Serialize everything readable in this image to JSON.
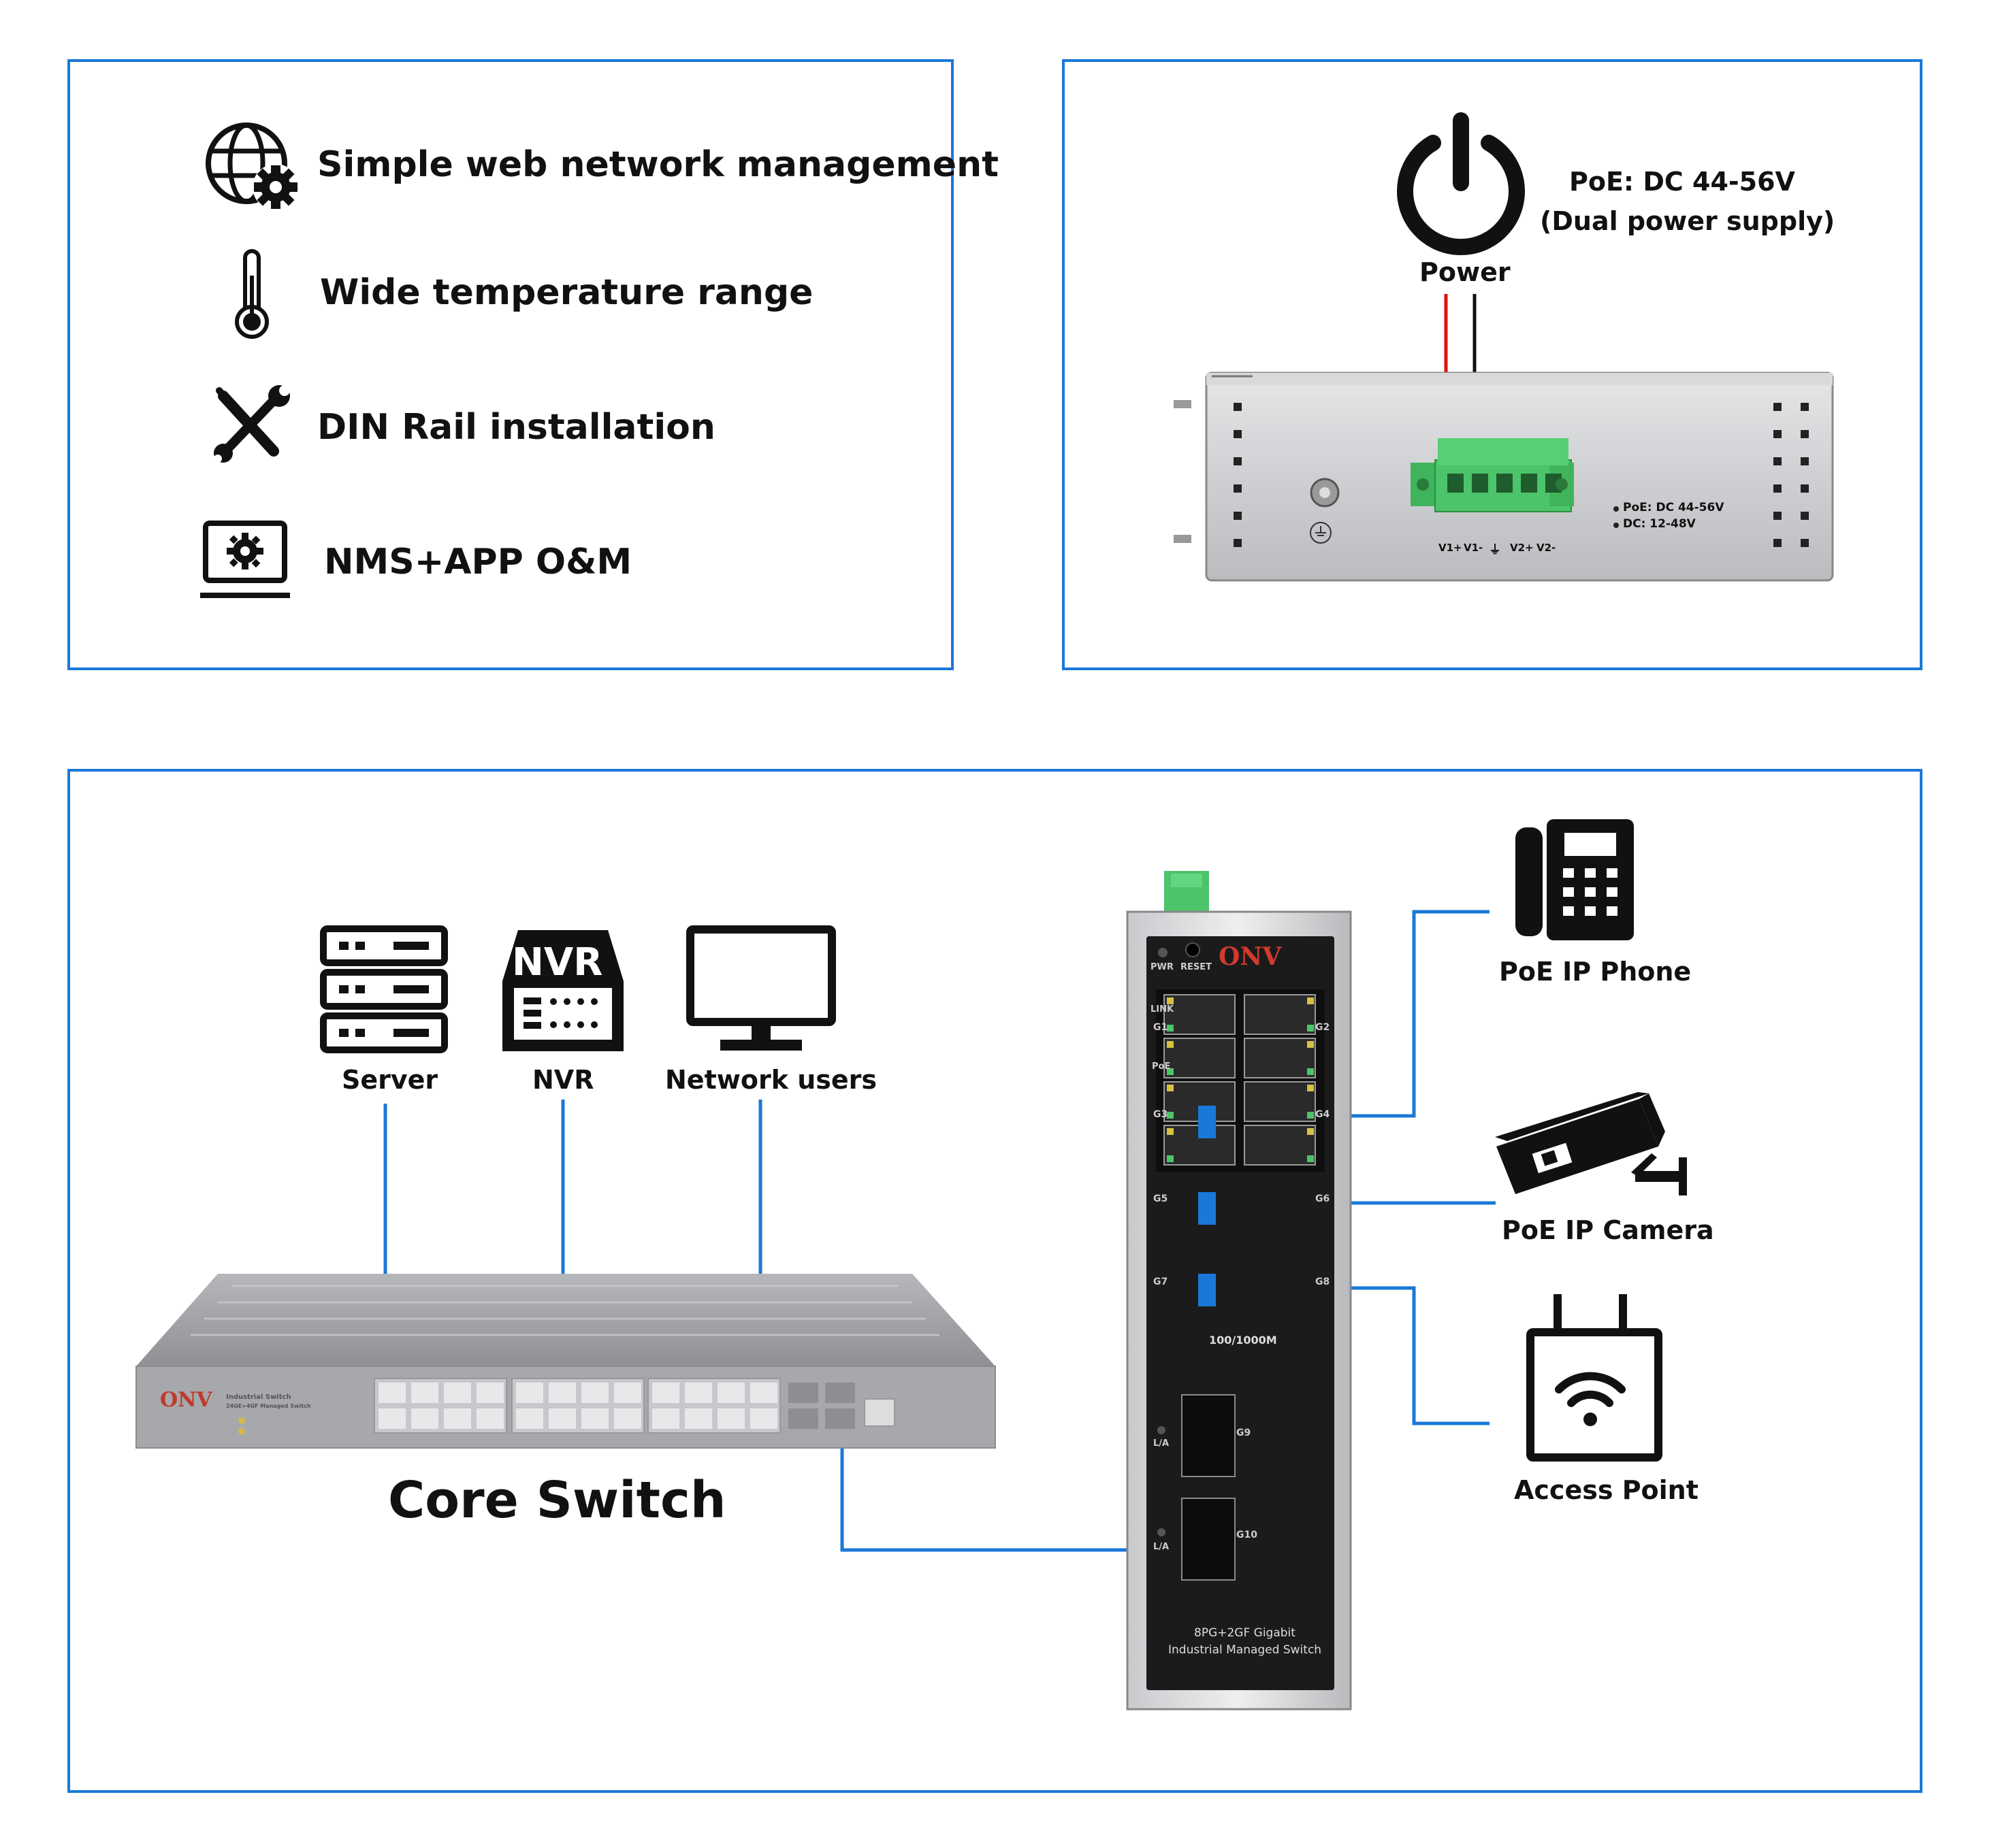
{
  "features": {
    "web": "Simple web network management",
    "temp": "Wide temperature range",
    "din": "DIN Rail installation",
    "nms": "NMS+APP O&M"
  },
  "power": {
    "label": "Power",
    "spec_line1": "PoE: DC 44-56V",
    "spec_line2": "(Dual power supply)",
    "terminals": [
      "V1+",
      "V1-",
      "⏚",
      "V2+",
      "V2-"
    ],
    "spec_small1": "PoE: DC 44-56V",
    "spec_small2": "DC: 12-48V"
  },
  "topology": {
    "server": "Server",
    "nvr": "NVR",
    "nvr_icon_text": "NVR",
    "users": "Network users",
    "core": "Core Switch",
    "core_brand": "ONV",
    "core_model1": "Industrial Switch",
    "core_model2": "24GE+4GF Managed Switch",
    "phone": "PoE IP Phone",
    "camera": "PoE IP Camera",
    "ap": "Access Point"
  },
  "switch": {
    "brand": "ONV",
    "pwr": "PWR",
    "reset": "RESET",
    "link": "LINK",
    "poe": "PoE",
    "ports_left": [
      "G1",
      "G3",
      "G5",
      "G7"
    ],
    "ports_right": [
      "G2",
      "G4",
      "G6",
      "G8"
    ],
    "speed": "100/1000M",
    "sfp1": "G9",
    "sfp2": "G10",
    "la": "L/A",
    "model1": "8PG+2GF Gigabit",
    "model2": "Industrial Managed Switch"
  },
  "colors": {
    "border": "#1a78d8",
    "link": "#1a78d8",
    "connector": "#4cc46a",
    "wire_pos": "#e01010"
  }
}
